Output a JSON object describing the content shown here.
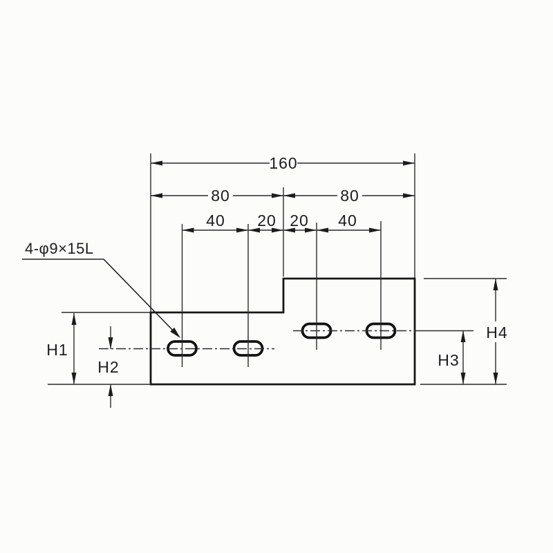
{
  "page": {
    "background": "#fcfcfb",
    "ink_color": "#1c1c1c",
    "description": "Engineering dimension drawing of a stepped plate with four slotted holes"
  },
  "callout": {
    "hole_label": "4-φ9×15L"
  },
  "dims": {
    "overall_width": "160",
    "left_half": "80",
    "right_half": "80",
    "pitch_left_outer": "40",
    "pitch_left_inner": "20",
    "pitch_right_inner": "20",
    "pitch_right_outer": "40",
    "height_h1": "H1",
    "height_h2": "H2",
    "height_h3": "H3",
    "height_h4": "H4"
  }
}
